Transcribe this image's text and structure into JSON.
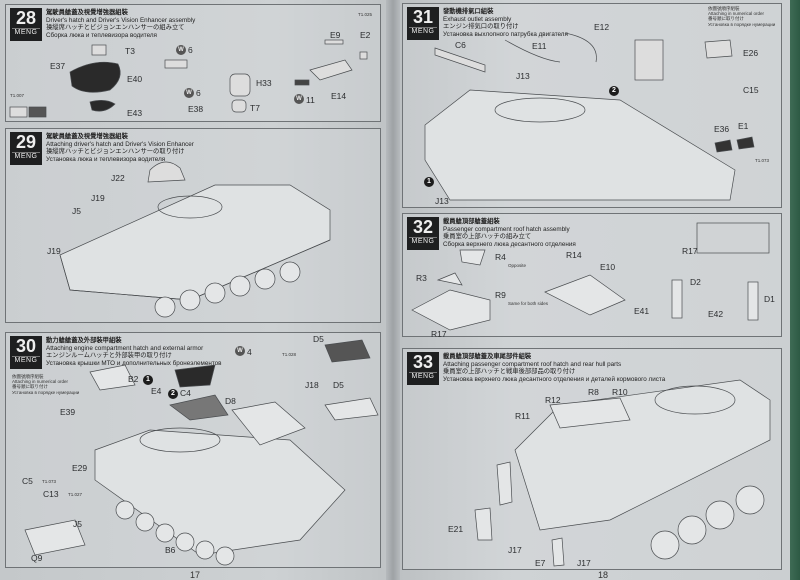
{
  "brand": "MENG",
  "pages": {
    "left": "17",
    "right": "18"
  },
  "order_note": {
    "zh": "依圖號順序組裝",
    "en": "Attaching in numerical order",
    "ja": "番号順に取り付け",
    "ru": "Установка в порядке нумерации"
  },
  "steps": {
    "s28": {
      "num": "28",
      "zh": "駕駛員艙蓋及視覺增強器組裝",
      "en": "Driver's hatch and Driver's Vision Enhancer assembly",
      "ja": "操縦席ハッチとビジョンエンハンサーの組み立て",
      "ru": "Сборка люка и теплевизора водителя",
      "paint_ref": "T1.025",
      "paint_ref2": "T1.007",
      "parts": [
        "T3",
        "E37",
        "E40",
        "E43",
        "6",
        "6",
        "H33",
        "E38",
        "T7",
        "E9",
        "E2",
        "E14",
        "11"
      ]
    },
    "s29": {
      "num": "29",
      "zh": "駕駛員艙蓋及視覺增強器組裝",
      "en": "Attaching driver's hatch and Driver's Vision Enhancer",
      "ja": "操縦席ハッチとビジョンエンハンサーの取り付け",
      "ru": "Установка люка и теплевизора водителя",
      "parts": [
        "J22",
        "J19",
        "J5",
        "J19"
      ]
    },
    "s30": {
      "num": "30",
      "zh": "動力艙艙蓋及外部裝甲組裝",
      "en": "Attaching engine compartment hatch and external armor",
      "ja": "エンジンルームハッチと外部装甲の取り付け",
      "ru": "Установка крышки МТО и дополнительных бронеэлементов",
      "paint_refs": [
        "T1.028",
        "T1.073",
        "T1.027"
      ],
      "parts": [
        "D5",
        "4",
        "B2",
        "E4",
        "C4",
        "D8",
        "J18",
        "D5",
        "E39",
        "E29",
        "C5",
        "C13",
        "J5",
        "Q9",
        "B6"
      ]
    },
    "s31": {
      "num": "31",
      "zh": "發動機排氣口組裝",
      "en": "Exhaust outlet assembly",
      "ja": "エンジン排気口の取り付け",
      "ru": "Установка выхлопного патрубка двигателя",
      "paint_ref": "T1.073",
      "parts": [
        "C6",
        "E11",
        "E12",
        "J13",
        "E26",
        "C15",
        "E36",
        "E1",
        "J13"
      ]
    },
    "s32": {
      "num": "32",
      "zh": "載員艙頂部艙蓋組裝",
      "en": "Passenger compartment roof hatch assembly",
      "ja": "乗員室の上部ハッチの組み立て",
      "ru": "Сборка верхнего люка десантного отделения",
      "parts": [
        "R4",
        "R3",
        "R9",
        "R17",
        "R14",
        "E10",
        "D2",
        "E41",
        "E42",
        "D1",
        "R17"
      ],
      "opposite": "Opposite",
      "same_both": "Same for both sides"
    },
    "s33": {
      "num": "33",
      "zh": "載員艙頂部艙蓋及車尾部件組裝",
      "en": "Attaching passenger compartment roof hatch and rear hull parts",
      "ja": "乗員室の上部ハッチと戦車後部部品の取り付け",
      "ru": "Установка верхнего люка десантного отделения и деталей кормового листа",
      "parts": [
        "R12",
        "R8",
        "R10",
        "R11",
        "E21",
        "J17",
        "E7",
        "J17"
      ]
    }
  },
  "colors": {
    "paper": "#c8ccce",
    "badge": "#1e1f20",
    "edge": "#2d5a44"
  }
}
